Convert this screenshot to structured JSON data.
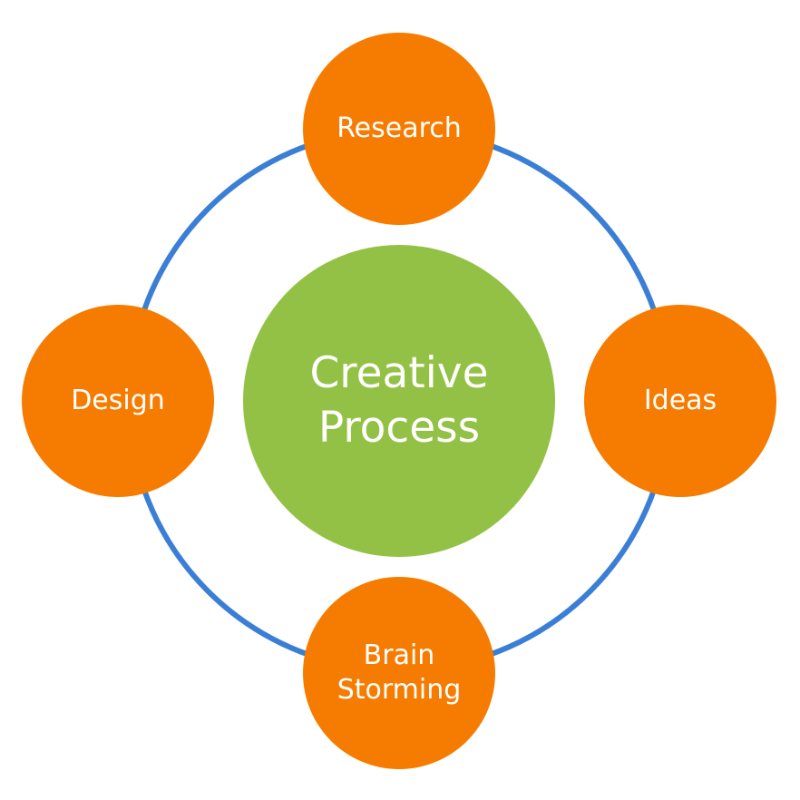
{
  "colors": {
    "ring": "#3a7fd5",
    "center_fill": "#93c146",
    "node_fill": "#f57c00",
    "text": "#ffffff"
  },
  "center": {
    "line1": "Creative",
    "line2": "Process"
  },
  "nodes": {
    "top": {
      "line1": "Research"
    },
    "right": {
      "line1": "Ideas"
    },
    "bottom": {
      "line1": "Brain",
      "line2": "Storming"
    },
    "left": {
      "line1": "Design"
    }
  }
}
